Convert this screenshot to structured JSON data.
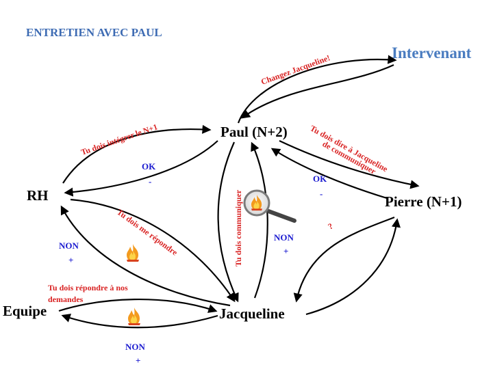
{
  "title": "ENTRETIEN AVEC PAUL",
  "nodes": {
    "intervenant": "Intervenant",
    "paul": "Paul (N+2)",
    "rh": "RH",
    "pierre": "Pierre (N+1)",
    "equipe": "Equipe",
    "jacqueline": "Jacqueline"
  },
  "messages": {
    "changez_jacqueline": "Changez Jacqueline!",
    "integrer_n1": "Tu dois intégrer le N+1",
    "dire_jacqueline_1": "Tu dois dire à Jacqueline",
    "dire_jacqueline_2": "de communiquer",
    "communiquer": "Tu dois communiquer",
    "me_repondre": "Tu dois me répondre",
    "repondre_demandes_1": "Tu dois répondre à nos",
    "repondre_demandes_2": "demandes",
    "question": "?"
  },
  "responses": {
    "ok": "OK",
    "minus": "-",
    "non": "NON",
    "plus": "+"
  },
  "icons": {
    "flame": "flame-icon",
    "magnifier": "magnifying-glass-icon"
  },
  "colors": {
    "title": "#3d6bb3",
    "intervenant": "#4a7cc0",
    "message": "#d92323",
    "response": "#1a1ad0"
  }
}
